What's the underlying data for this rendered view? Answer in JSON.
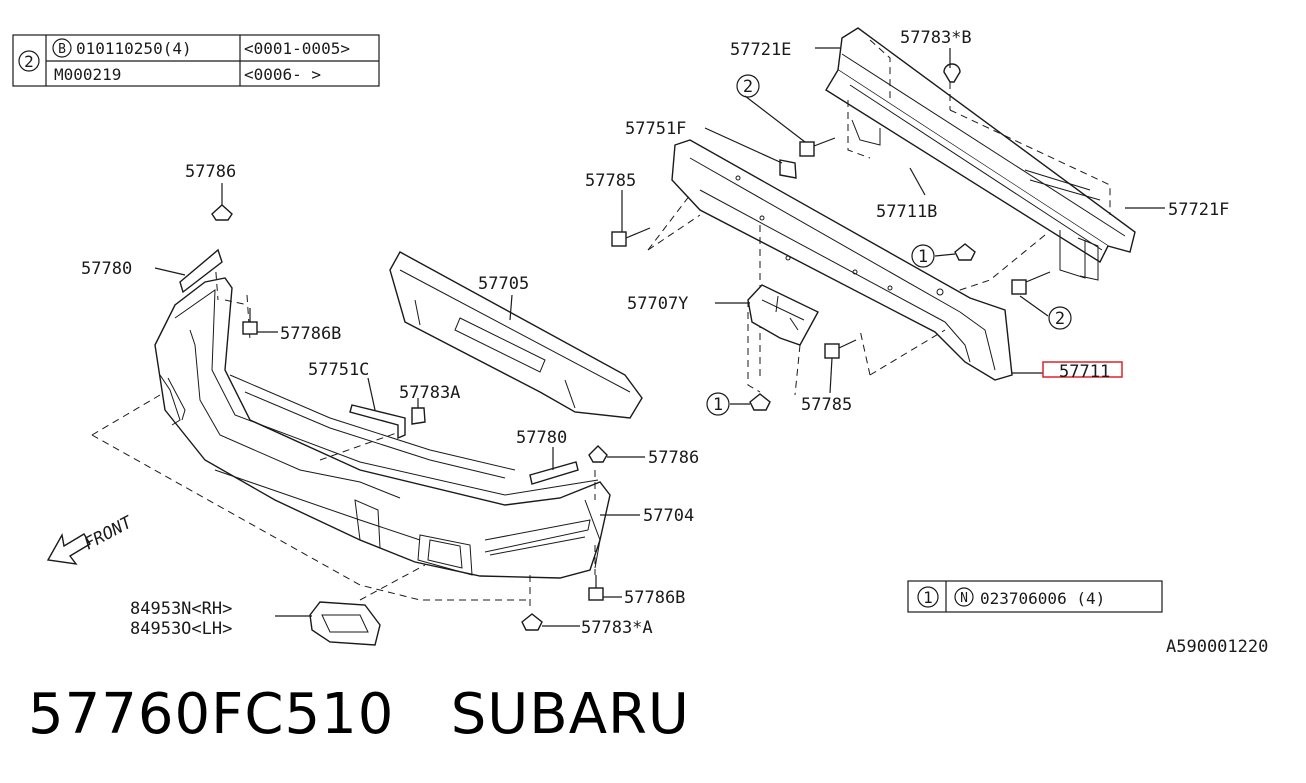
{
  "tables": {
    "ref2": {
      "key": "2",
      "rows": [
        {
          "marker": "B",
          "part": "010110250(4)",
          "range": "<0001-0005>"
        },
        {
          "marker": "",
          "part": "M000219",
          "range": "<0006-    >"
        }
      ]
    },
    "ref1": {
      "key": "1",
      "marker": "N",
      "part": "023706006 (4)"
    }
  },
  "labels": {
    "p57721E": "57721E",
    "p57783B": "57783*B",
    "p57751F": "57751F",
    "p57785a": "57785",
    "p57711B": "57711B",
    "p57721F": "57721F",
    "p57707Y": "57707Y",
    "p57711": "57711",
    "p57785b": "57785",
    "p57786a": "57786",
    "p57780a": "57780",
    "p57786Ba": "57786B",
    "p57705": "57705",
    "p57751C": "57751C",
    "p57783A": "57783A",
    "p57780b": "57780",
    "p57786b": "57786",
    "p57704": "57704",
    "p57786Bb": "57786B",
    "p57783sA": "57783*A",
    "p84953N": "84953N<RH>",
    "p84953O": "84953O<LH>",
    "front": "FRONT",
    "drawing": "A590001220"
  },
  "callouts": {
    "one": "1",
    "two": "2"
  },
  "footer": {
    "part_number": "57760FC510",
    "brand": "SUBARU"
  },
  "colors": {
    "highlight": "#e0202a",
    "ink": "#1a1a1a"
  }
}
